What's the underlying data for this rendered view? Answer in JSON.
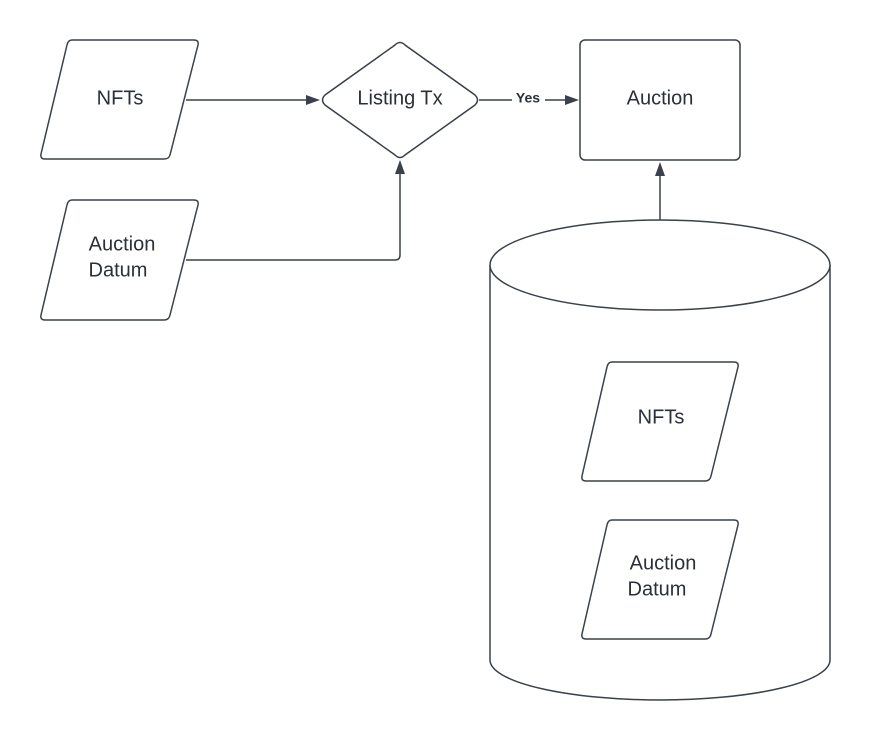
{
  "nodes": {
    "nfts_input": {
      "label": "NFTs"
    },
    "auction_datum_input": {
      "line1": "Auction",
      "line2": "Datum"
    },
    "listing_tx": {
      "label": "Listing Tx"
    },
    "auction": {
      "label": "Auction"
    },
    "storage": {
      "nfts": {
        "label": "NFTs"
      },
      "auction_datum": {
        "line1": "Auction",
        "line2": "Datum"
      }
    }
  },
  "edges": {
    "listing_to_auction": {
      "label": "Yes"
    }
  }
}
